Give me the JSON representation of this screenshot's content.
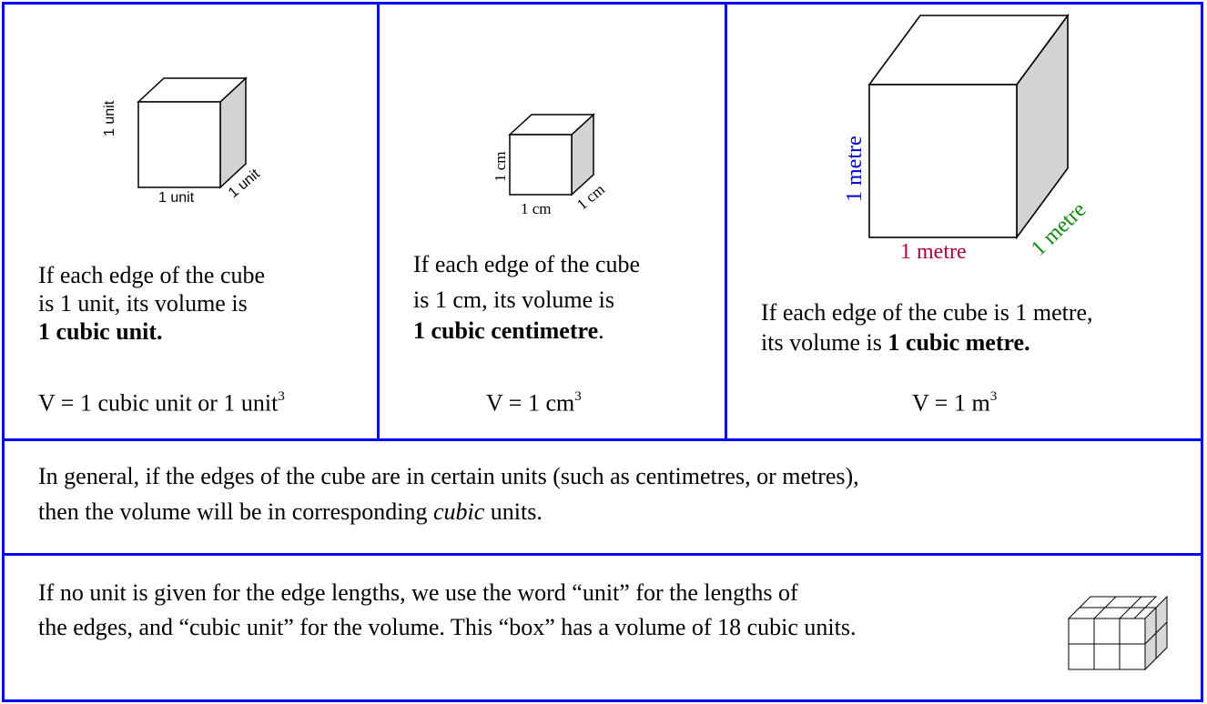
{
  "panels": [
    {
      "labels": {
        "height": "1 unit",
        "width": "1 unit",
        "depth": "1 unit"
      },
      "text_line1": "If each edge of the cube",
      "text_line2": "is 1 unit, its volume is",
      "text_bold": "1 cubic unit.",
      "formula_main": "V = 1 cubic unit or 1 unit",
      "formula_exp": "3"
    },
    {
      "labels": {
        "height": "1 cm",
        "width": "1 cm",
        "depth": "1 cm"
      },
      "text_line1": "If each edge of the cube",
      "text_line2": "is 1 cm, its volume is",
      "text_bold": "1 cubic centimetre",
      "text_after_bold": ".",
      "formula_main": "V = 1 cm",
      "formula_exp": "3"
    },
    {
      "labels": {
        "height": "1 metre",
        "width": "1 metre",
        "depth": "1 metre"
      },
      "label_colors": {
        "height": "#0000cc",
        "width": "#b0003a",
        "depth": "#118811"
      },
      "text_line1": "If each edge of the cube is 1 metre,",
      "text_line2_prefix": "its volume is ",
      "text_bold": "1 cubic metre.",
      "formula_main": "V = 1 m",
      "formula_exp": "3"
    }
  ],
  "general": {
    "line1": "In general, if the edges of the cube are in certain units (such as centimetres, or metres),",
    "line2_prefix": "then the volume will be in corresponding ",
    "line2_italic": "cubic",
    "line2_suffix": " units."
  },
  "nounit": {
    "line1": "If no unit is given for the edge lengths, we use the word “unit” for the lengths of",
    "line2": "the edges, and “cubic unit” for the volume. This “box” has a volume of 18 cubic units."
  },
  "colors": {
    "border": "#0000ff",
    "cube_side": "#d3d3d3"
  }
}
